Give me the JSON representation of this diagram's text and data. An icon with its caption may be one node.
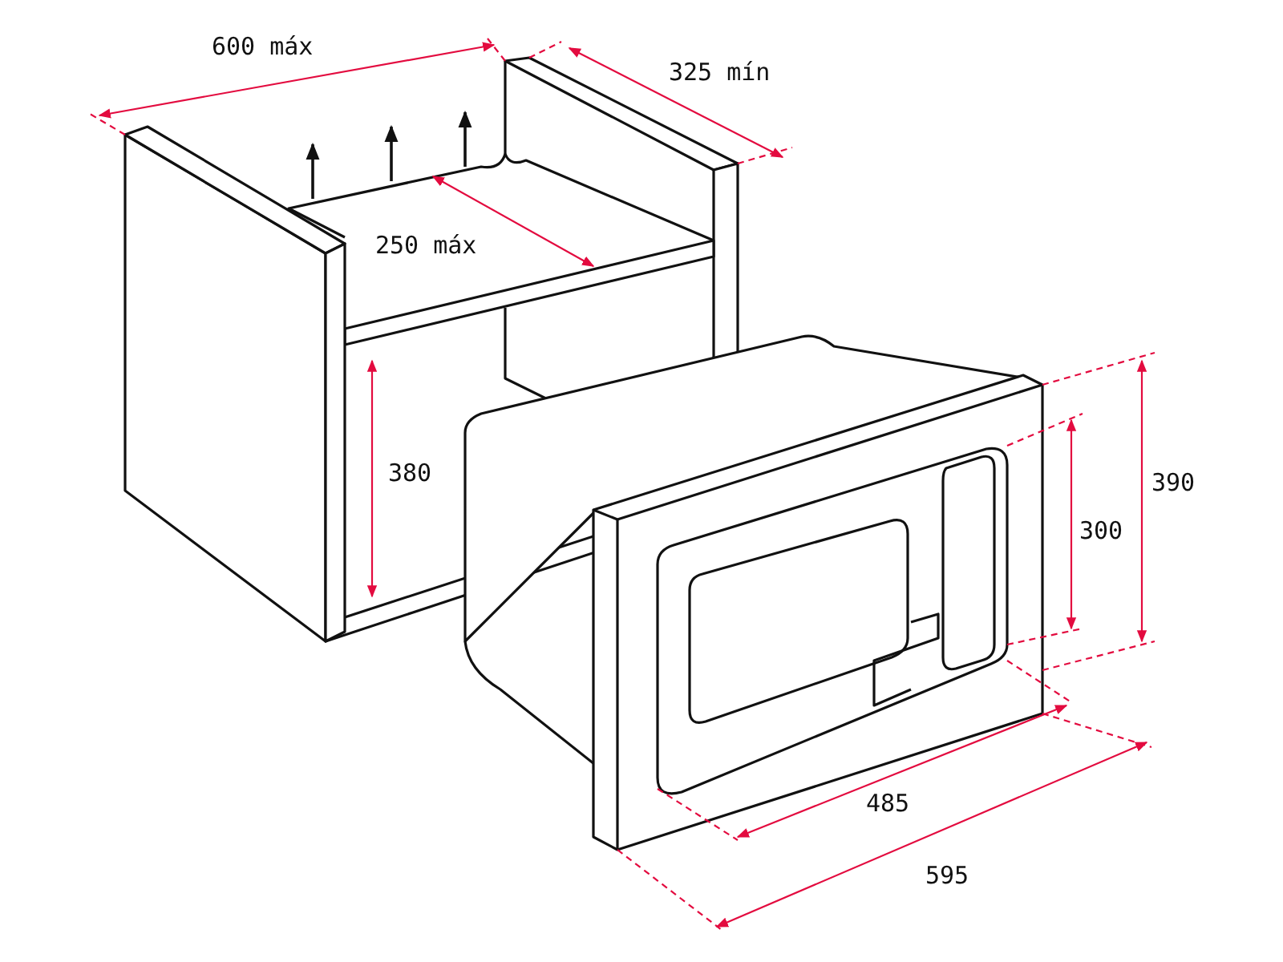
{
  "diagram": {
    "labels": [
      "600 máx",
      "325 mín",
      "250 máx",
      "380",
      "390",
      "300",
      "485",
      "595"
    ]
  }
}
